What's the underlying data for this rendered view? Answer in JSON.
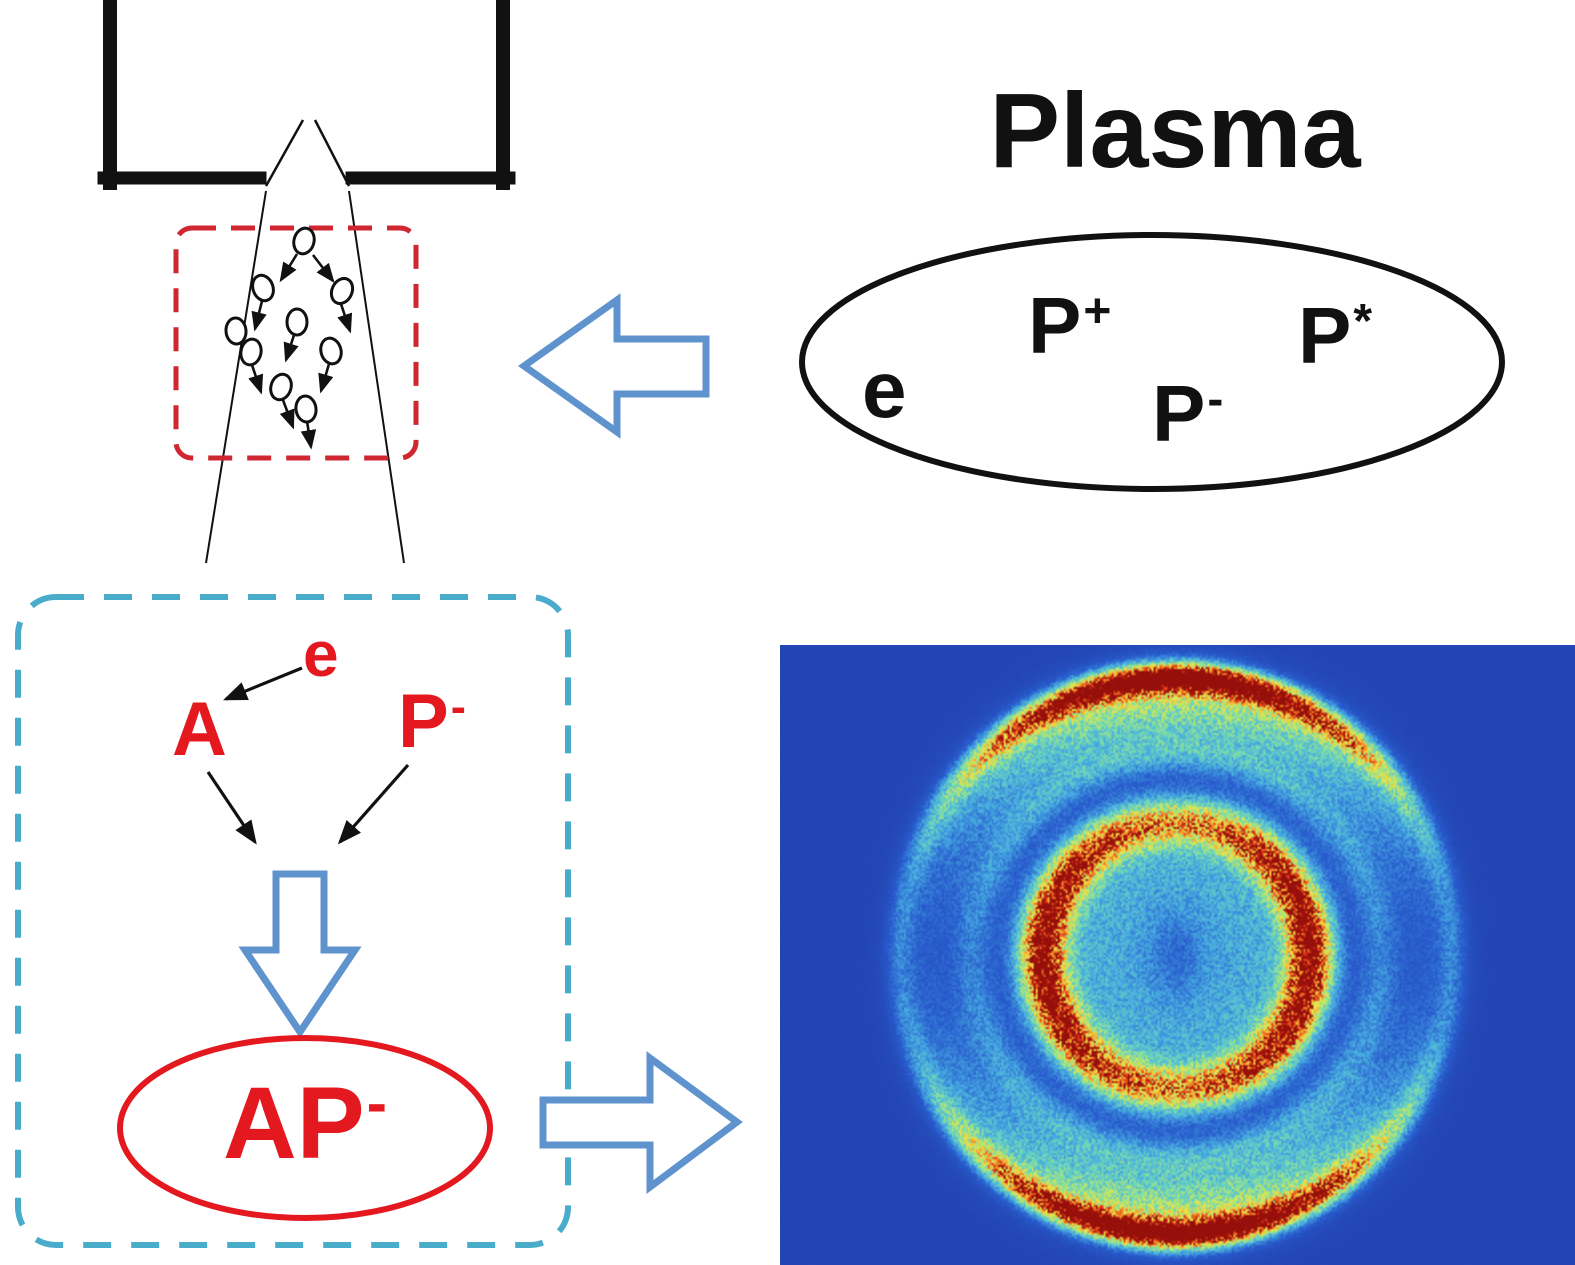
{
  "plasma": {
    "title": "Plasma",
    "species": [
      {
        "base": "e",
        "sup": ""
      },
      {
        "base": "P",
        "sup": "+"
      },
      {
        "base": "P",
        "sup": "*"
      },
      {
        "base": "P",
        "sup": "-"
      }
    ]
  },
  "reaction": {
    "electron": "e",
    "atom": "A",
    "anion": {
      "base": "P",
      "sup": "-"
    },
    "product": {
      "base": "AP",
      "sup": "-"
    }
  },
  "colors": {
    "red_accent": "#e3191f",
    "dashed_red_box": "#cf2630",
    "dashed_blue_box": "#4aaccb",
    "block_arrow_blue": "#5f93ce",
    "line_art_black": "#111111",
    "ion_image_background": "#2346b4"
  }
}
